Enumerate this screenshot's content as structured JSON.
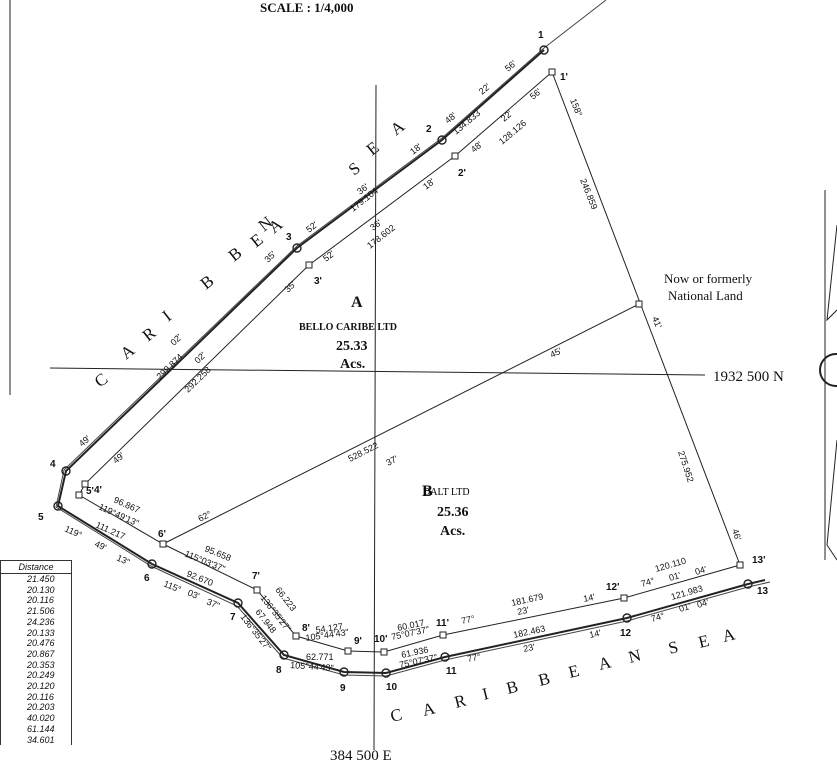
{
  "header": {
    "scale": "SCALE : 1/4,000"
  },
  "parcels": [
    {
      "letter": "A",
      "owner": "BELLO CARIBE LTD",
      "area": "25.33",
      "unit": "Acs."
    },
    {
      "letter": "B",
      "owner": "DALT LTD",
      "area": "25.36",
      "unit": "Acs."
    }
  ],
  "neighbor": {
    "line1": "Now or formerly",
    "line2": "National Land"
  },
  "grid": {
    "northing": "1932 500 N",
    "easting": "384 500 E"
  },
  "sea_letters_top": [
    "C",
    "A",
    "R",
    "I",
    "B",
    "B",
    "E",
    "A",
    "N",
    "S",
    "E",
    "A"
  ],
  "sea_letters_bottom": [
    "C",
    "A",
    "R",
    "I",
    "B",
    "B",
    "E",
    "A",
    "N",
    "S",
    "E",
    "A"
  ],
  "points_outer": [
    "1",
    "2",
    "3",
    "4",
    "5",
    "6",
    "7",
    "8",
    "9",
    "10",
    "11",
    "12",
    "13"
  ],
  "points_inner": [
    "1'",
    "2'",
    "3'",
    "4'",
    "5'",
    "6'",
    "7'",
    "8'",
    "9'",
    "10'",
    "11'",
    "12'",
    "13'"
  ],
  "bearing_labels": {
    "b1": "56'",
    "b2": "22'",
    "b3": "48'",
    "b4": "134.833",
    "b5": "56'",
    "b6": "22'",
    "b7": "128.126",
    "b8": "48'",
    "b9": "18'",
    "b10": "36'",
    "b11": "179.104",
    "b12": "18'",
    "b13": "36'",
    "b14": "178.602",
    "b15": "52'",
    "b16": "35'",
    "b17": "52'",
    "b18": "35'",
    "b19": "02'",
    "b20": "299.874",
    "b21": "02'",
    "b22": "292.258",
    "b23": "49'",
    "b24": "49'",
    "b25": "158°",
    "b26": "246.859",
    "b27": "41'",
    "b28": "45'",
    "b29": "528.522",
    "b30": "37'",
    "b31": "275.952",
    "b32": "46'",
    "b33": "96.867",
    "b34": "119°49'13\"",
    "b35": "111.217",
    "b36": "119°",
    "b37": "49'",
    "b38": "13\"",
    "b39": "62°",
    "b40": "95.658",
    "b41": "115°03'37\"",
    "b42": "92.670",
    "b43": "115°",
    "b44": "03'",
    "b45": "37\"",
    "b46": "66.223",
    "b47": "136°35'27\"",
    "b48": "67.948",
    "b49": "136°35'27\"",
    "b50": "54.127",
    "b51": "105°44'43\"",
    "b52": "62.771",
    "b53": "105°44'43\"",
    "b54": "60.017",
    "b55": "75°07'37\"",
    "b56": "61.936",
    "b57": "75°07'37\"",
    "b58": "77°",
    "b59": "77°",
    "b60": "181.679",
    "b61": "23'",
    "b62": "182.463",
    "b63": "23'",
    "b64": "14'",
    "b65": "14'",
    "b66": "74°",
    "b67": "120.110",
    "b68": "01'",
    "b69": "04'",
    "b70": "121.983",
    "b71": "74°",
    "b72": "01'",
    "b73": "04'"
  },
  "distance_table": {
    "header": "Distance",
    "values": [
      "21.450",
      "20.130",
      "20.116",
      "21.506",
      "24.236",
      "20.133",
      "20.476",
      "20.867",
      "20.353",
      "20.249",
      "20.120",
      "20.116",
      "20.203",
      "40.020",
      "61.144",
      "34.601"
    ]
  }
}
